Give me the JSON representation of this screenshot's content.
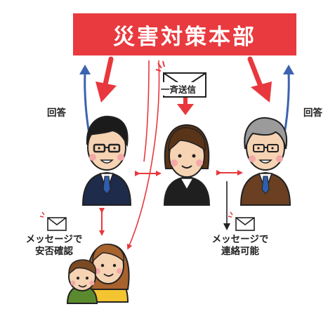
{
  "header": {
    "title": "災害対策本部"
  },
  "labels": {
    "broadcast": "一斉送信",
    "reply_left": "回答",
    "reply_right": "回答",
    "safety_line1": "メッセージで",
    "safety_line2": "安否確認",
    "contact_line1": "メッセージで",
    "contact_line2": "連絡可能"
  },
  "colors": {
    "hq_red": "#e83a3f",
    "arrow_red": "#e8383d",
    "arrow_blue": "#3b63b0",
    "suit_navy": "#1f2b4a",
    "suit_brown": "#6b3f22"
  },
  "icons": [
    "envelope-icon",
    "man-figure",
    "woman-figure",
    "elder-figure",
    "family-figure"
  ]
}
